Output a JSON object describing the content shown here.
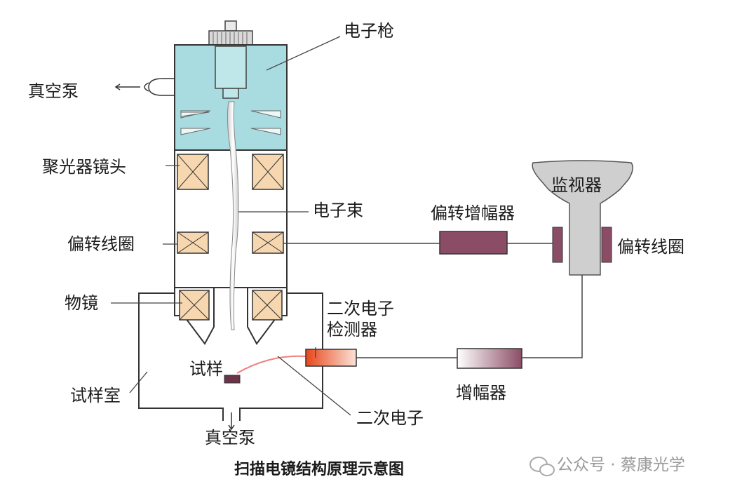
{
  "labels": {
    "electron_gun": "电子枪",
    "vacuum_pump_top": "真空泵",
    "condenser_lens": "聚光器镜头",
    "electron_beam": "电子束",
    "deflection_coil_left": "偏转线圈",
    "deflection_amplifier": "偏转增幅器",
    "monitor": "监视器",
    "deflection_coil_right": "偏转线圈",
    "objective_lens": "物镜",
    "secondary_detector_line1": "二次电子",
    "secondary_detector_line2": "检测器",
    "sample": "试样",
    "sample_chamber": "试样室",
    "amplifier": "增幅器",
    "secondary_electron": "二次电子",
    "vacuum_pump_bottom": "真空泵"
  },
  "caption": "扫描电镜结构原理示意图",
  "watermark": "公众号 · 蔡康光学",
  "colors": {
    "column_top": "#a9dce0",
    "lens_fill": "#f6d7b0",
    "amp_fill": "#8b4d66",
    "monitor_fill": "#c9c9c9",
    "detector_fill": "#ee5a1f",
    "line": "#3a3a3a"
  }
}
